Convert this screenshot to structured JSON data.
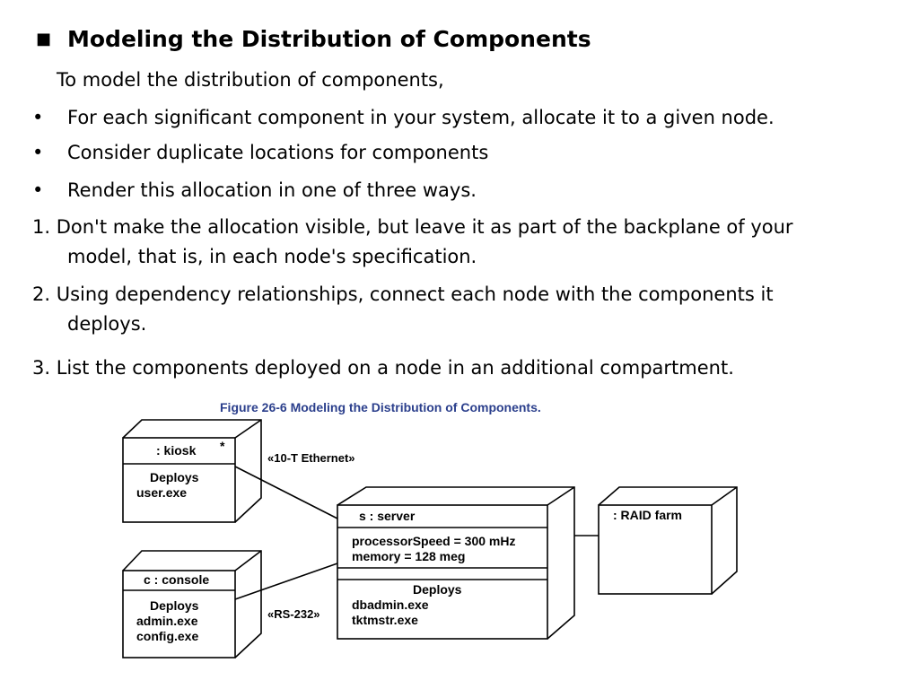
{
  "slide": {
    "title": "Modeling the Distribution of Components",
    "intro": "To model the distribution of components,",
    "bullets": [
      "For each significant component in your system, allocate it to a given node.",
      "Consider duplicate locations for components",
      "Render this allocation in one of three ways."
    ],
    "numbered": [
      {
        "line1": "1. Don't make the allocation visible, but leave it as part of the backplane of your",
        "line2": "model, that is, in each node's specification."
      },
      {
        "line1": "2. Using dependency relationships, connect each node with the components it",
        "line2": "deploys."
      },
      {
        "line1": "3. List the components deployed on a node in an additional compartment."
      }
    ]
  },
  "diagram": {
    "caption": "Figure 26-6 Modeling the Distribution of Components.",
    "nodes": {
      "kiosk": {
        "name": ": kiosk",
        "star": "*",
        "deploys": "Deploys",
        "items": [
          "user.exe"
        ]
      },
      "console": {
        "name": "c : console",
        "deploys": "Deploys",
        "items": [
          "admin.exe",
          "config.exe"
        ]
      },
      "server": {
        "name": "s : server",
        "attributes": [
          "processorSpeed = 300 mHz",
          "memory = 128 meg"
        ],
        "deploys": "Deploys",
        "items": [
          "dbadmin.exe",
          "tktmstr.exe"
        ]
      },
      "raid": {
        "name": ": RAID farm"
      }
    },
    "links": {
      "ethernet": "«10-T Ethernet»",
      "rs232": "«RS-232»"
    }
  }
}
